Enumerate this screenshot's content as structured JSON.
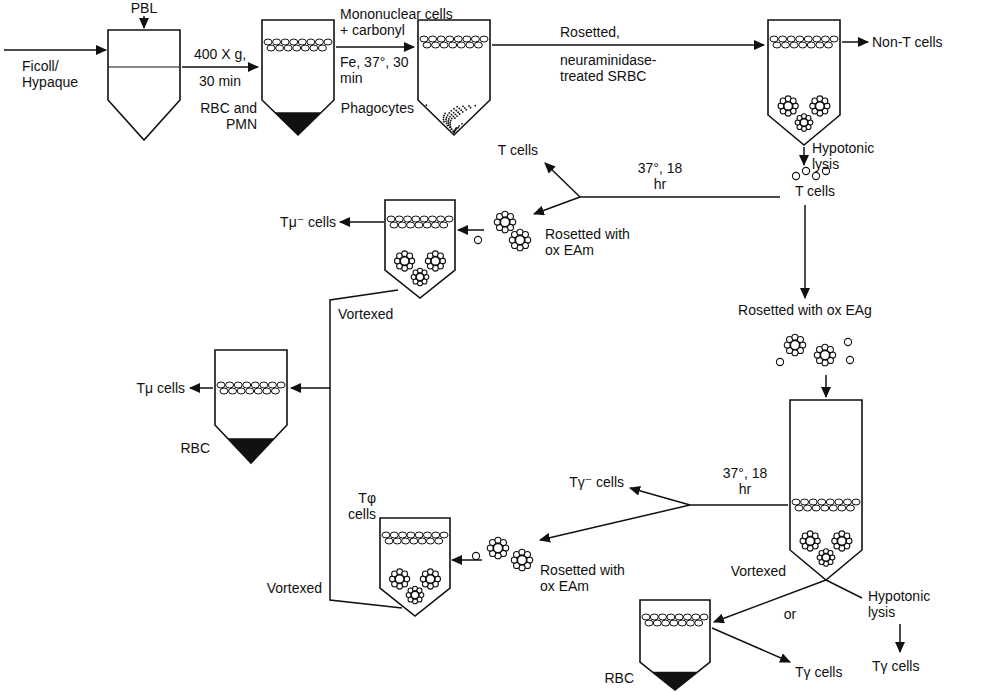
{
  "diagram": {
    "labels": [
      "PBL",
      "Ficoll/ Hypaque",
      "400 X g,",
      "30 min",
      "RBC and PMN",
      "Mononuclear cells + carbonyl",
      "Fe, 37°, 30 min",
      "Phagocytes",
      "Rosetted,",
      "neuraminidase-treated SRBC",
      "Non-T cells",
      "Hypotonic lysis",
      "T cells",
      "37°, 18 hr",
      "T cells",
      "Rosetted with ox EAm",
      "Tμ⁻ cells",
      "Vortexed",
      "Tμ cells",
      "RBC",
      "Rosetted with ox EAg",
      "Tγ⁻ cells",
      "37°, 18 hr",
      "Tφ cells",
      "Rosetted with ox EAm",
      "Vortexed",
      "Vortexed",
      "or",
      "Hypotonic lysis",
      "RBC",
      "Tγ cells",
      "Tγ cells"
    ]
  }
}
